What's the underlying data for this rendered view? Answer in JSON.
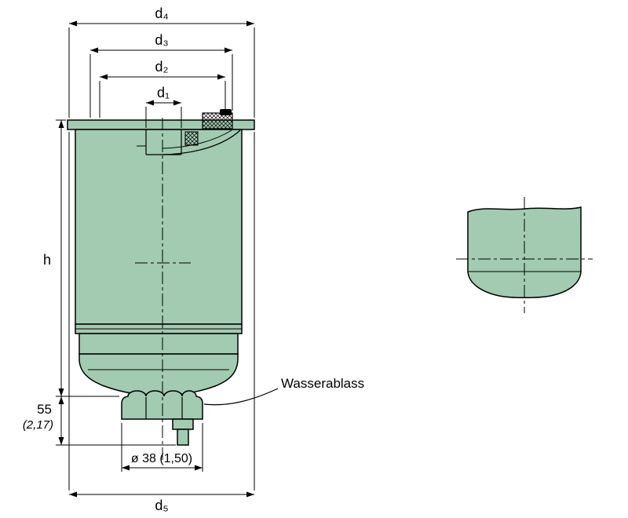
{
  "drawing": {
    "dimensions": {
      "d1": "d₁",
      "d2": "d₂",
      "d3": "d₃",
      "d4": "d₄",
      "d5": "d₅",
      "h": "h",
      "drain_height_mm": "55",
      "drain_height_inch": "(2,17)",
      "drain_diameter": "ø 38 (1,50)"
    },
    "annotations": {
      "water_drain": "Wasserablass"
    },
    "colors": {
      "part_fill": "#a2cbb1",
      "line": "#000000",
      "background": "#ffffff"
    }
  }
}
